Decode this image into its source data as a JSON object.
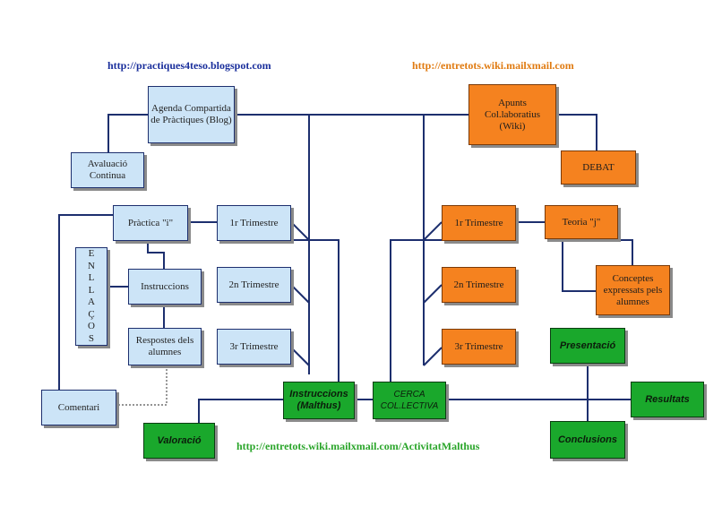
{
  "urls": {
    "blog": "http://practiques4teso.blogspot.com",
    "wiki": "http://entretots.wiki.mailxmail.com",
    "activity": "http://entretots.wiki.mailxmail.com/ActivitatMalthus"
  },
  "blue": {
    "agenda": "Agenda Compartida de Pràctiques (Blog)",
    "avaluacio": "Avaluació Continua",
    "practica": "Pràctica \"i\"",
    "enllacos": "E\nN\nL\nL\nA\nÇ\nO\nS",
    "instruccions": "Instruccions",
    "respostes": "Respostes dels alumnes",
    "comentari": "Comentari",
    "trim1": "1r Trimestre",
    "trim2": "2n Trimestre",
    "trim3": "3r Trimestre"
  },
  "orange": {
    "apunts": "Apunts Col.laboratius (Wiki)",
    "debat": "DEBAT",
    "trim1": "1r Trimestre",
    "trim2": "2n Trimestre",
    "trim3": "3r Trimestre",
    "teoria": "Teoria \"j\"",
    "conceptes": "Conceptes expressats pels alumnes"
  },
  "green": {
    "instruccions_malthus": "Instruccions (Malthus)",
    "cerca": "CERCA COL.LECTIVA",
    "presentacio": "Presentació",
    "resultats": "Resultats",
    "conclusions": "Conclusions",
    "valoracio": "Valoració"
  },
  "colors": {
    "blue_fill": "#cce4f7",
    "orange_fill": "#f5821f",
    "green_fill": "#1aa82c",
    "line": "#1d2f6e",
    "url_blue": "#1a2f9c",
    "url_orange": "#e07b12",
    "url_green": "#2aa52a"
  }
}
